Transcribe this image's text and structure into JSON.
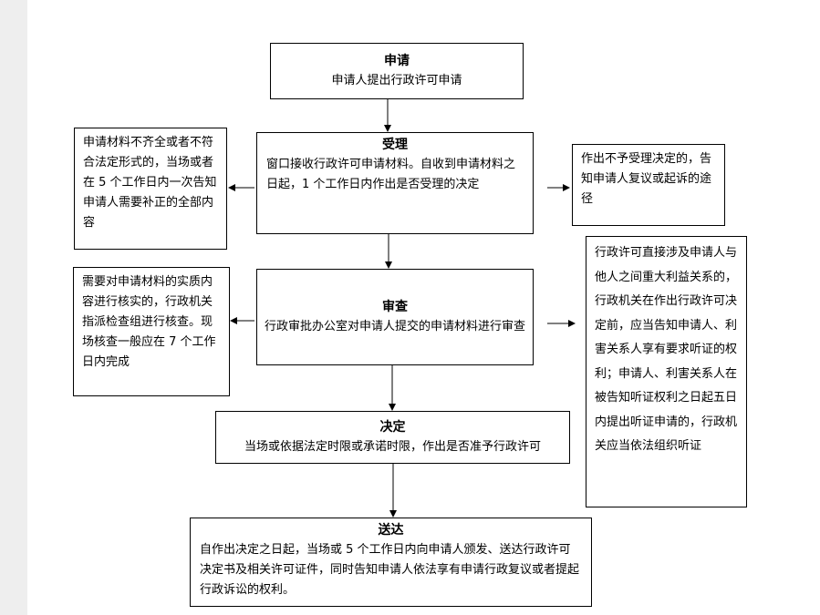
{
  "steps": {
    "apply": {
      "title": "申请",
      "body": "申请人提出行政许可申请"
    },
    "accept": {
      "title": "受理",
      "body": "窗口接收行政许可申请材料。自收到申请材料之日起，1 个工作日内作出是否受理的决定"
    },
    "review": {
      "title": "审查",
      "body": "行政审批办公室对申请人提交的申请材料进行审查"
    },
    "decide": {
      "title": "决定",
      "body": "当场或依据法定时限或承诺时限，作出是否准予行政许可"
    },
    "deliver": {
      "title": "送达",
      "body": "自作出决定之日起，当场或 5 个工作日内向申请人颁发、送达行政许可决定书及相关许可证件，同时告知申请人依法享有申请行政复议或者提起行政诉讼的权利。"
    }
  },
  "notes": {
    "incomplete": "申请材料不齐全或者不符合法定形式的，当场或者在 5 个工作日内一次告知申请人需要补正的全部内容",
    "not_accepted": "作出不予受理决定的，告知申请人复议或起诉的途径",
    "verify": "需要对申请材料的实质内容进行核实的，行政机关指派检查组进行核查。现场核查一般应在 7 个工作日内完成",
    "hearing": "行政许可直接涉及申请人与他人之间重大利益关系的，行政机关在作出行政许可决定前，应当告知申请人、利害关系人享有要求听证的权利；申请人、利害关系人在被告知听证权利之日起五日内提出听证申请的，行政机关应当依法组织听证"
  }
}
